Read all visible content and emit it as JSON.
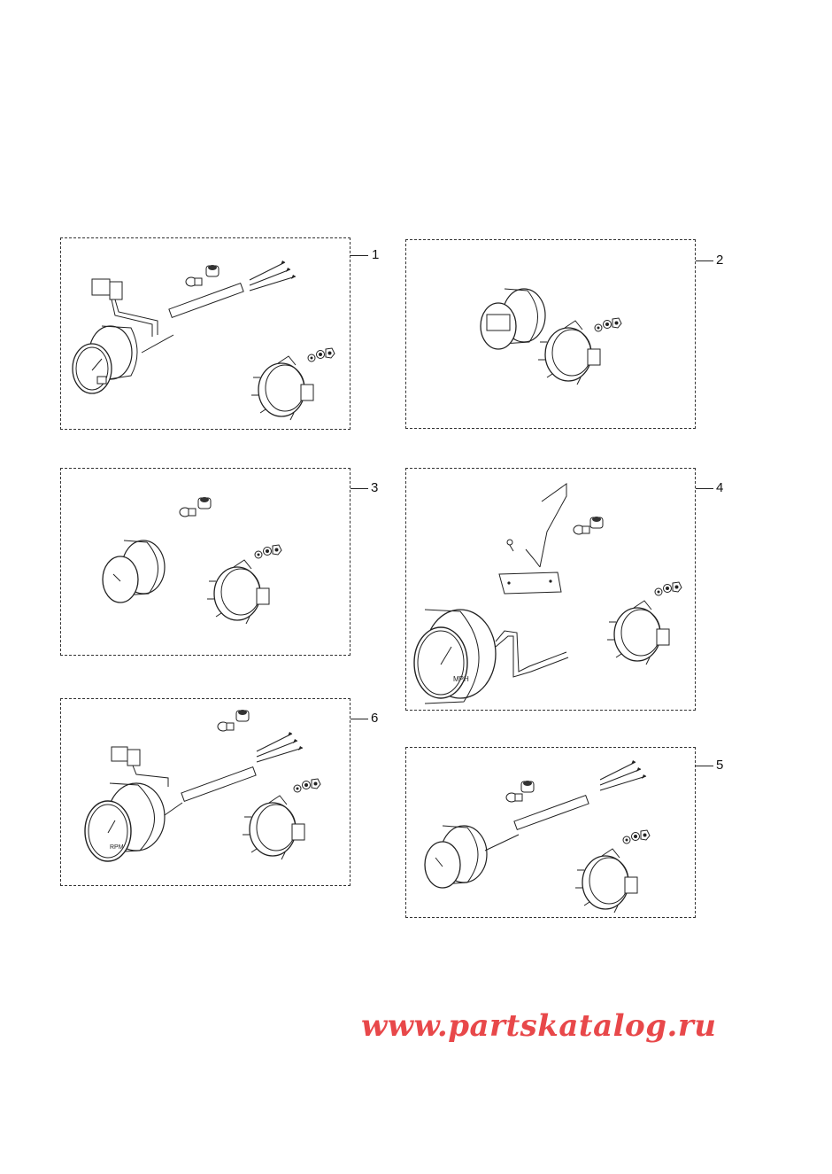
{
  "kits": [
    {
      "number": "1"
    },
    {
      "number": "2"
    },
    {
      "number": "3"
    },
    {
      "number": "4"
    },
    {
      "number": "5"
    },
    {
      "number": "6"
    }
  ],
  "gauge_text": {
    "mph": "MPH",
    "rpm": "RPM"
  },
  "watermark": {
    "text": "www.partskatalog.ru",
    "color": "#e8484a"
  },
  "colors": {
    "line": "#222222",
    "dash": "#333333"
  }
}
